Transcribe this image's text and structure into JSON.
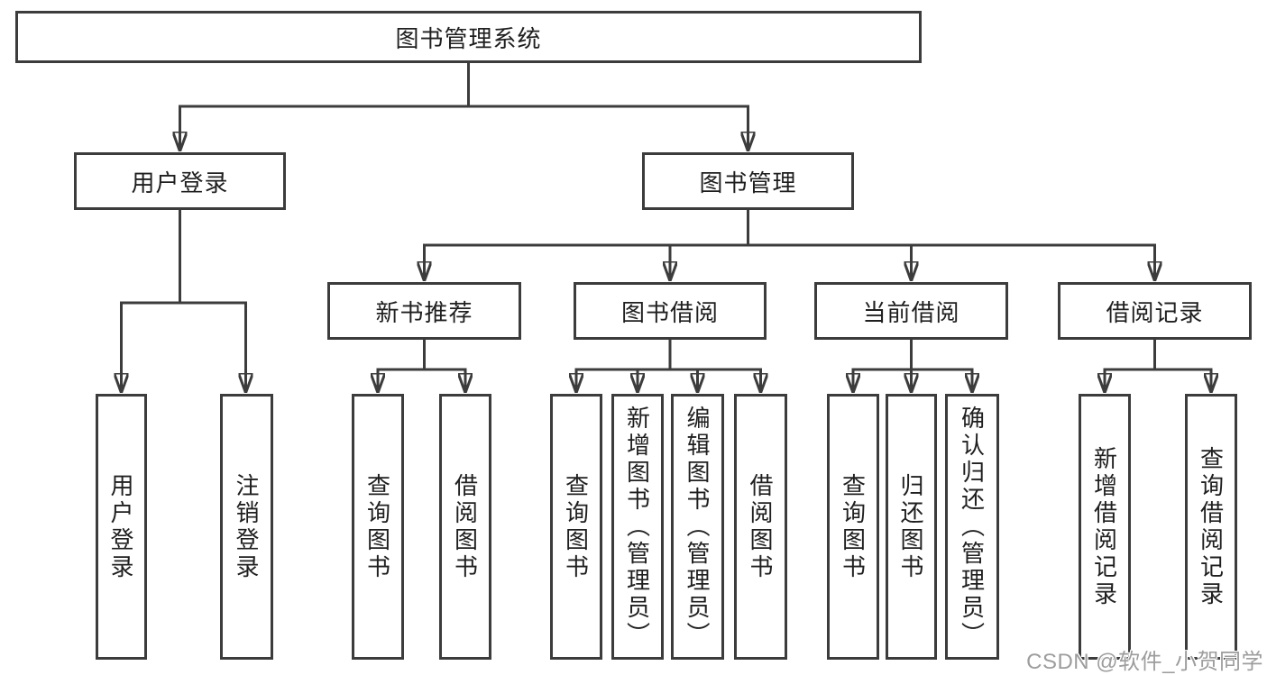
{
  "colors": {
    "line": "#3c3c3c",
    "text": "#1f1f1f",
    "box_background": "#ffffff",
    "page_background": "#ffffff",
    "watermark": "#9d9d9d"
  },
  "watermark": {
    "text": "CSDN @软件_小贺同学"
  },
  "tree": {
    "root": {
      "label": "图书管理系统"
    },
    "branches": [
      {
        "label": "用户登录",
        "children": [
          {
            "label": "用户登录"
          },
          {
            "label": "注销登录"
          }
        ]
      },
      {
        "label": "图书管理",
        "children": [
          {
            "label": "新书推荐",
            "children": [
              {
                "label": "查询图书"
              },
              {
                "label": "借阅图书"
              }
            ]
          },
          {
            "label": "图书借阅",
            "children": [
              {
                "label": "查询图书"
              },
              {
                "label": "新增图书（管理员）"
              },
              {
                "label": "编辑图书（管理员）"
              },
              {
                "label": "借阅图书"
              }
            ]
          },
          {
            "label": "当前借阅",
            "children": [
              {
                "label": "查询图书"
              },
              {
                "label": "归还图书"
              },
              {
                "label": "确认归还（管理员）"
              }
            ]
          },
          {
            "label": "借阅记录",
            "children": [
              {
                "label": "新增借阅记录"
              },
              {
                "label": "查询借阅记录"
              }
            ]
          }
        ]
      }
    ]
  }
}
